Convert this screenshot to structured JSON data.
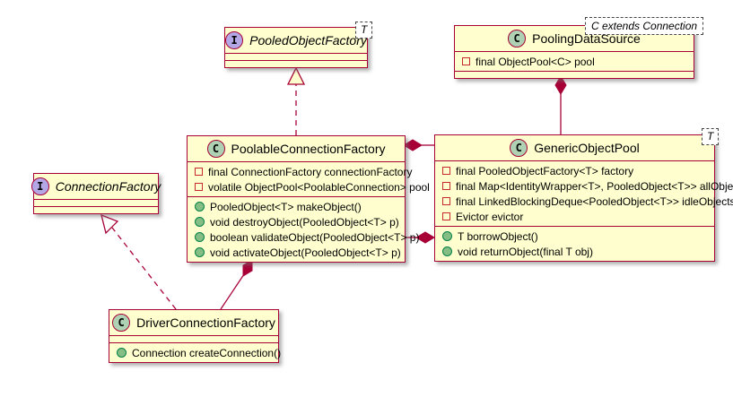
{
  "diagram_type": "uml-class-diagram",
  "colors": {
    "box_fill": "#FEFECE",
    "border": "#A80036",
    "class_spot_fill": "#ADD1B2",
    "interface_spot_fill": "#B4A7E5",
    "method_icon_fill": "#84BE84",
    "method_icon_border": "#038048",
    "field_icon_border": "#C82930"
  },
  "classes": {
    "pooled_object_factory": {
      "stereotype": "I",
      "name": "PooledObjectFactory",
      "generic": "T"
    },
    "pooling_data_source": {
      "stereotype": "C",
      "name": "PoolingDataSource",
      "generic_note": "C extends Connection",
      "fields": [
        "final ObjectPool<C> pool"
      ]
    },
    "poolable_connection_factory": {
      "stereotype": "C",
      "name": "PoolableConnectionFactory",
      "fields": [
        "final ConnectionFactory connectionFactory",
        "volatile ObjectPool<PoolableConnection> pool"
      ],
      "methods": [
        "PooledObject<T> makeObject()",
        "void destroyObject(PooledObject<T> p)",
        "boolean validateObject(PooledObject<T> p)",
        "void activateObject(PooledObject<T> p)"
      ]
    },
    "generic_object_pool": {
      "stereotype": "C",
      "name": "GenericObjectPool",
      "generic": "T",
      "fields": [
        "final PooledObjectFactory<T> factory",
        "final Map<IdentityWrapper<T>, PooledObject<T>> allObjects",
        "final LinkedBlockingDeque<PooledObject<T>> idleObjects",
        "Evictor evictor"
      ],
      "methods": [
        "T borrowObject()",
        "void returnObject(final T obj)"
      ]
    },
    "connection_factory": {
      "stereotype": "I",
      "name": "ConnectionFactory"
    },
    "driver_connection_factory": {
      "stereotype": "C",
      "name": "DriverConnectionFactory",
      "methods": [
        "Connection createConnection()"
      ]
    }
  }
}
